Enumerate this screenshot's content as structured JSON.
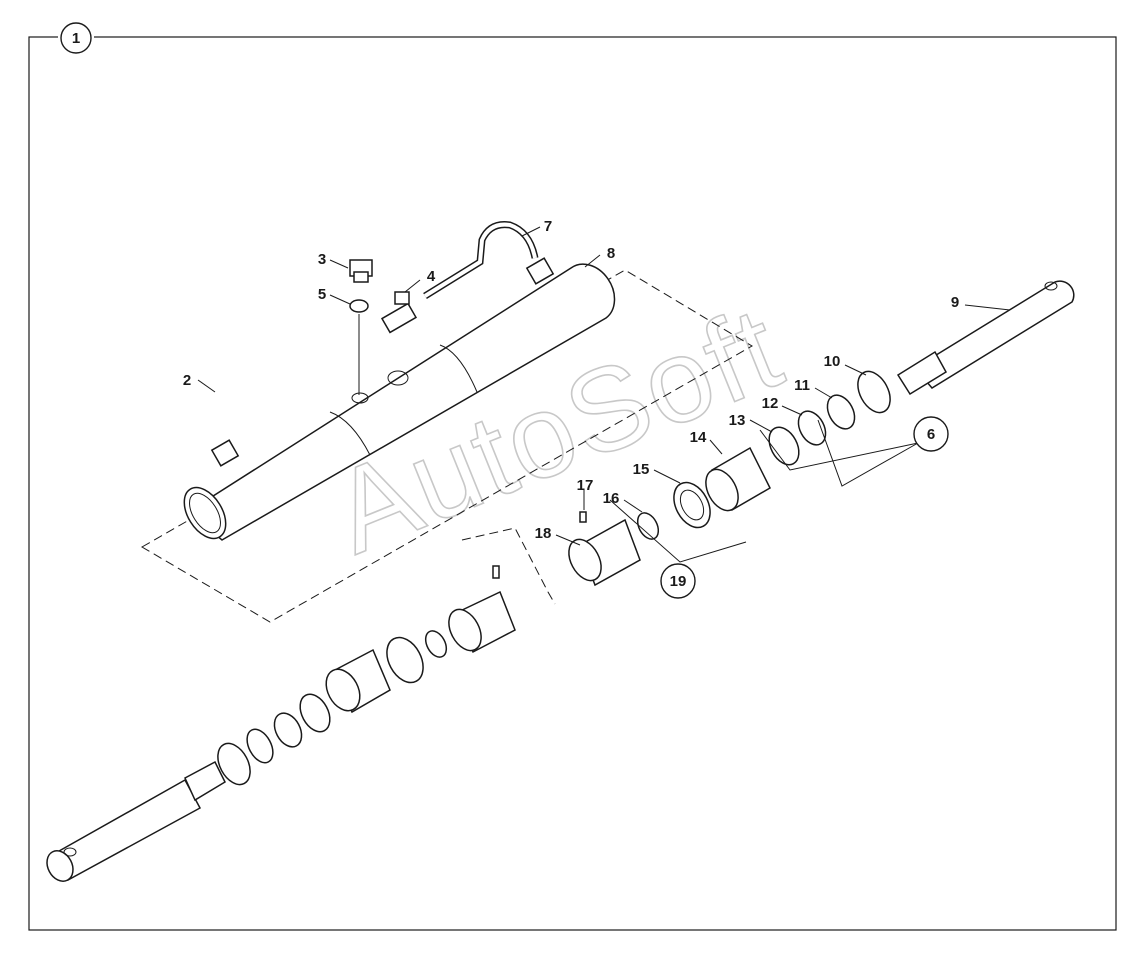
{
  "diagram": {
    "view_number": "1",
    "watermark": "AutoSoft",
    "callouts": [
      {
        "id": "2",
        "label": "2",
        "circled": false
      },
      {
        "id": "3",
        "label": "3",
        "circled": false
      },
      {
        "id": "4",
        "label": "4",
        "circled": false
      },
      {
        "id": "5",
        "label": "5",
        "circled": false
      },
      {
        "id": "6",
        "label": "6",
        "circled": true
      },
      {
        "id": "7",
        "label": "7",
        "circled": false
      },
      {
        "id": "8",
        "label": "8",
        "circled": false
      },
      {
        "id": "9",
        "label": "9",
        "circled": false
      },
      {
        "id": "10",
        "label": "10",
        "circled": false
      },
      {
        "id": "11",
        "label": "11",
        "circled": false
      },
      {
        "id": "12",
        "label": "12",
        "circled": false
      },
      {
        "id": "13",
        "label": "13",
        "circled": false
      },
      {
        "id": "14",
        "label": "14",
        "circled": false
      },
      {
        "id": "15",
        "label": "15",
        "circled": false
      },
      {
        "id": "16",
        "label": "16",
        "circled": false
      },
      {
        "id": "17",
        "label": "17",
        "circled": false
      },
      {
        "id": "18",
        "label": "18",
        "circled": false
      },
      {
        "id": "19",
        "label": "19",
        "circled": true
      }
    ],
    "colors": {
      "line": "#1a1a1a",
      "watermark": "#c8c8c8",
      "background": "#ffffff"
    }
  }
}
